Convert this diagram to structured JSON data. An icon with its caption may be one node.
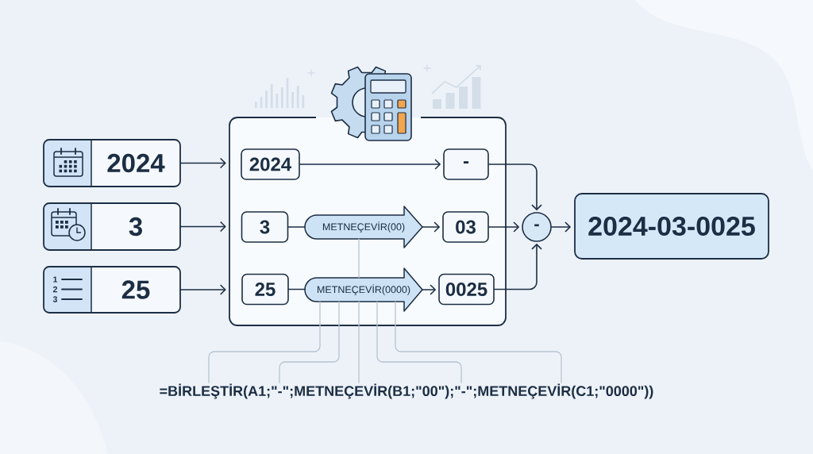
{
  "diagram": {
    "nodes": [
      {
        "text": [
          "2024"
        ]
      },
      {
        "text": [
          "3"
        ]
      },
      {
        "text": [
          "25"
        ]
      },
      {
        "text": [],
        "shape": "box"
      },
      {
        "text": [
          "2024"
        ],
        "in": 3
      },
      {
        "text": [
          "-"
        ],
        "in": 3
      },
      {
        "text": [
          "3"
        ],
        "in": 3
      },
      {
        "text": [
          "METNEÇEVİR(00)"
        ],
        "in": 3
      },
      {
        "text": [
          "03"
        ],
        "in": 3
      },
      {
        "text": [
          "25"
        ],
        "in": 3
      },
      {
        "text": [
          "METNEÇEVİR(0000)"
        ],
        "in": 3
      },
      {
        "text": [
          "0025"
        ],
        "in": 3
      },
      {
        "text": [
          "-"
        ]
      },
      {
        "text": [
          "2024-03-0025"
        ]
      },
      {
        "text": [
          "=BİRLEŞTİR(A1;\"-\";METNEÇEVİR(B1;\"00\");\"-\";METNEÇEVİR(C1;\"0000\"))"
        ]
      }
    ],
    "edges": [
      {
        "from": 0,
        "to": 3,
        "arrow": "to"
      },
      {
        "from": 1,
        "to": 3,
        "arrow": "to"
      },
      {
        "from": 2,
        "to": 3,
        "arrow": "to"
      },
      {
        "from": 4,
        "to": 5,
        "arrow": "to"
      },
      {
        "from": 6,
        "to": 7,
        "arrow": "none"
      },
      {
        "from": 7,
        "to": 8,
        "arrow": "to"
      },
      {
        "from": 9,
        "to": 10,
        "arrow": "none"
      },
      {
        "from": 10,
        "to": 11,
        "arrow": "to"
      },
      {
        "from": 5,
        "to": 12,
        "arrow": "to"
      },
      {
        "from": 8,
        "to": 12,
        "arrow": "to"
      },
      {
        "from": 11,
        "to": 12,
        "arrow": "to"
      },
      {
        "from": 12,
        "to": 13,
        "arrow": "to"
      },
      {
        "from": 14,
        "to": 10,
        "arrow": "none",
        "color": "#b7c4d1"
      },
      {
        "from": 14,
        "to": 10,
        "arrow": "none",
        "color": "#b7c4d1"
      },
      {
        "from": 14,
        "to": 10,
        "arrow": "none",
        "color": "#b7c4d1"
      },
      {
        "from": 10,
        "to": 7,
        "arrow": "none",
        "color": "#b7c4d1"
      },
      {
        "from": 14,
        "to": 10,
        "arrow": "none",
        "color": "#b7c4d1"
      },
      {
        "from": 14,
        "to": 10,
        "arrow": "none",
        "color": "#b7c4d1"
      }
    ],
    "labels": [
      "1",
      "2",
      "3"
    ]
  }
}
